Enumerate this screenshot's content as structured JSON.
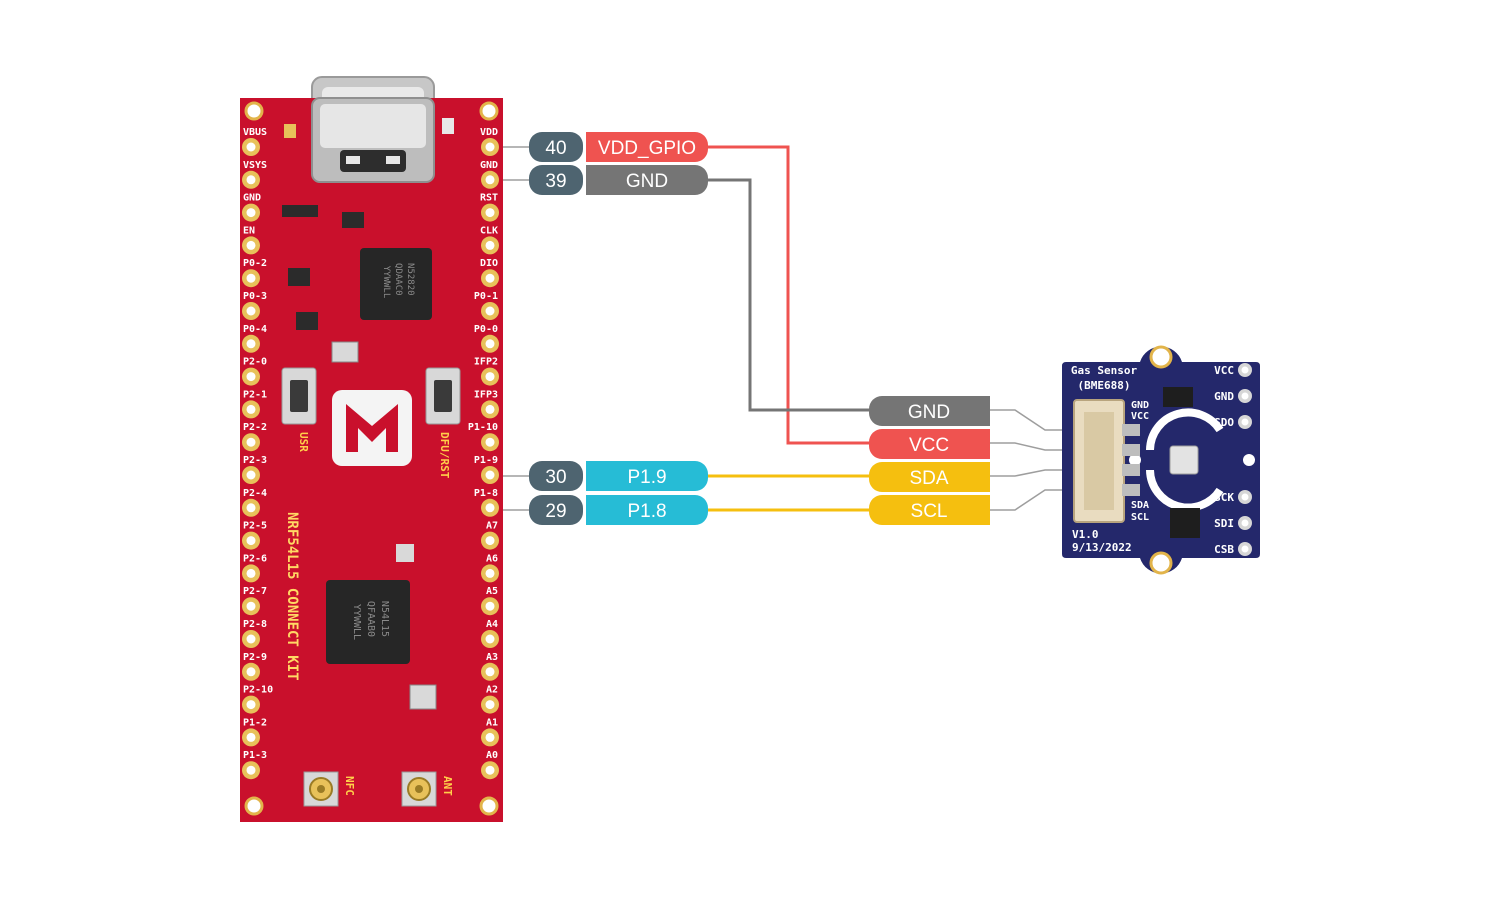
{
  "board": {
    "name": "NRF54L15 CONNECT KIT",
    "logo": "M",
    "left_pins": [
      "VBUS",
      "VSYS",
      "GND",
      "EN",
      "P0-2",
      "P0-3",
      "P0-4",
      "P2-0",
      "P2-1",
      "P2-2",
      "P2-3",
      "P2-4",
      "P2-5",
      "P2-6",
      "P2-7",
      "P2-8",
      "P2-9",
      "P2-10",
      "P1-2",
      "P1-3"
    ],
    "right_pins": [
      "VDD",
      "GND",
      "RST",
      "CLK",
      "DIO",
      "P0-1",
      "P0-0",
      "IFP2",
      "IFP3",
      "P1-10",
      "P1-9",
      "P1-8",
      "A7",
      "A6",
      "A5",
      "A4",
      "A3",
      "A2",
      "A1",
      "A0"
    ],
    "buttons": {
      "user": "USR",
      "dfu": "DFU/RST"
    },
    "antennas": {
      "nfc": "NFC",
      "ant": "ANT"
    },
    "chip_top": [
      "N52820",
      "QDAAC0",
      "YYWWLL"
    ],
    "chip_main": [
      "N54L15",
      "QFAAB0",
      "YYWWLL"
    ]
  },
  "connections": [
    {
      "pin_number": "40",
      "board_signal": "VDD_GPIO",
      "sensor_signal": "VCC",
      "color": "#ef5350"
    },
    {
      "pin_number": "39",
      "board_signal": "GND",
      "sensor_signal": "GND",
      "color": "#757575"
    },
    {
      "pin_number": "30",
      "board_signal": "P1.9",
      "sensor_signal": "SDA",
      "color": "#f5bf0f"
    },
    {
      "pin_number": "29",
      "board_signal": "P1.8",
      "sensor_signal": "SCL",
      "color": "#f5bf0f"
    }
  ],
  "colors": {
    "pin_number_bg": "#4e6470",
    "power_label": "#ef5350",
    "ground_label": "#757575",
    "gpio_label": "#26bcd6",
    "i2c_label": "#f5bf0f",
    "board_red": "#c9102c",
    "sensor_blue": "#24286b"
  },
  "sensor": {
    "title_line1": "Gas Sensor",
    "title_line2": "(BME688)",
    "connector_labels": [
      "GND",
      "VCC",
      "SDA",
      "SCL"
    ],
    "pins": [
      "VCC",
      "GND",
      "SDO",
      "SCK",
      "SDI",
      "CSB"
    ],
    "version": "V1.0",
    "date": "9/13/2022"
  }
}
